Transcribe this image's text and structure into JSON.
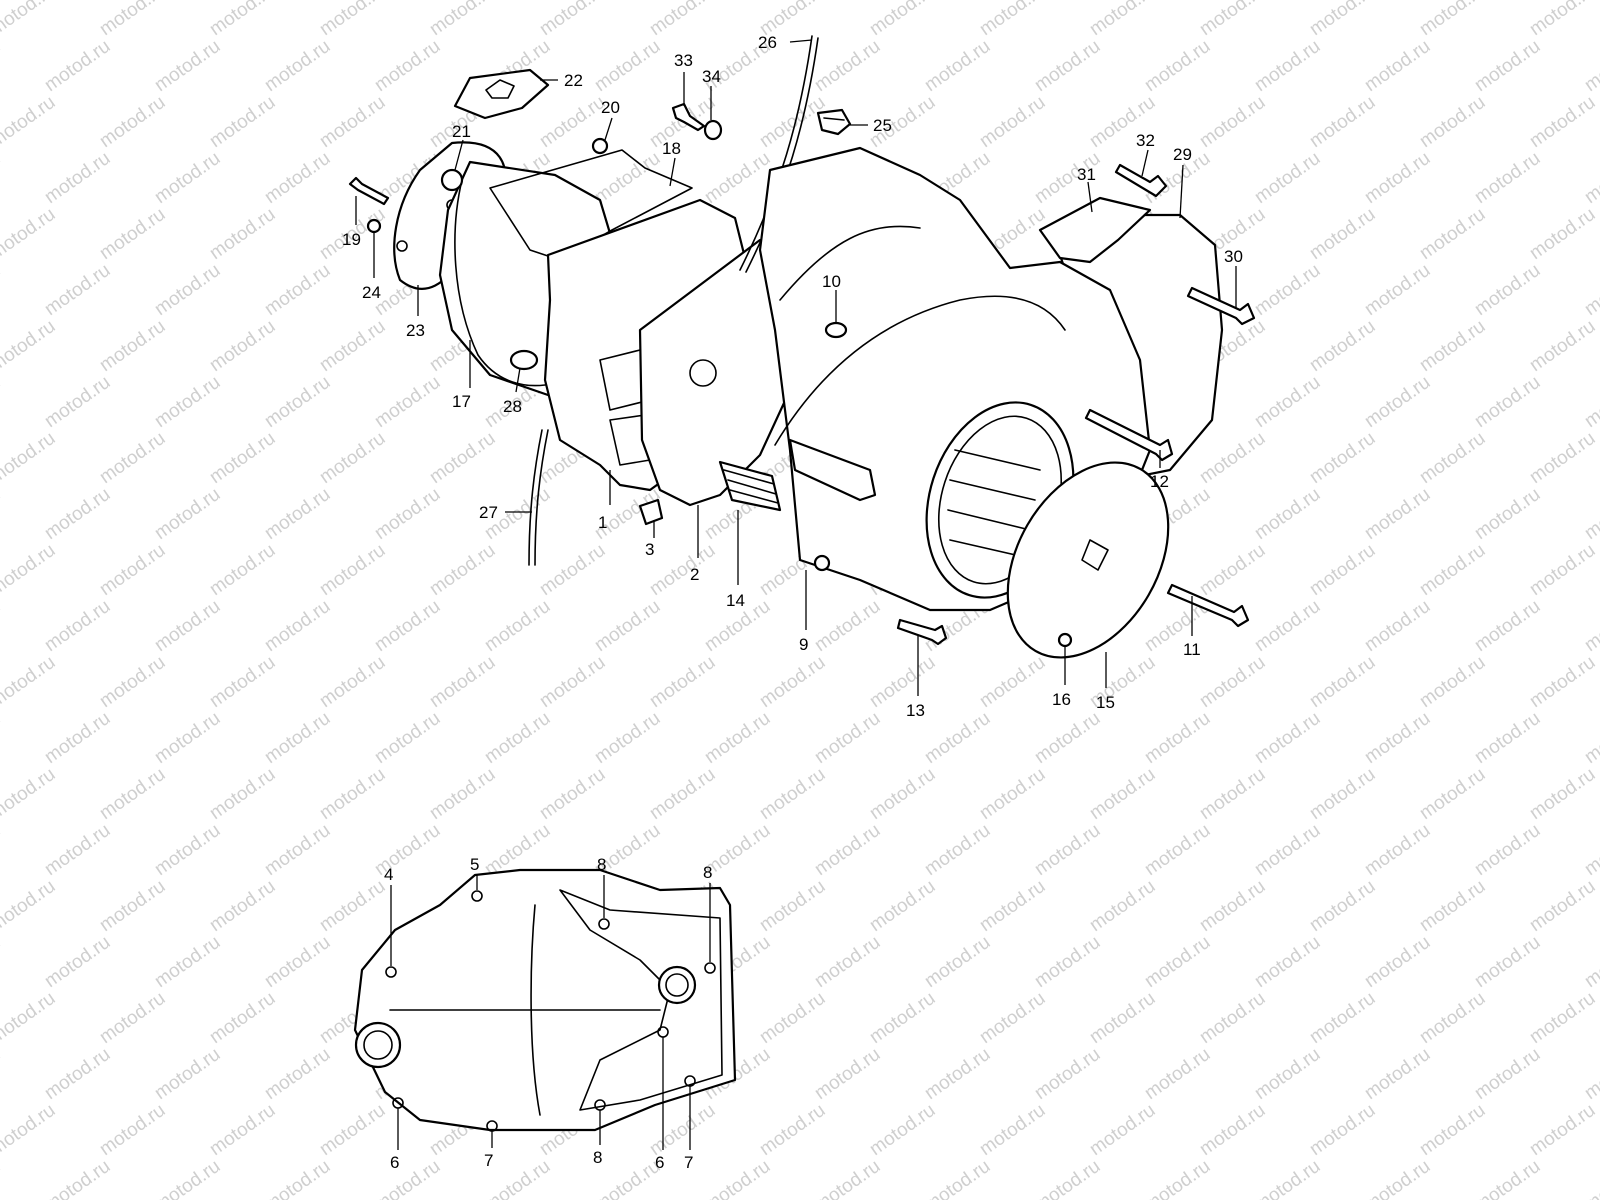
{
  "watermark": {
    "text": "motod.ru",
    "color": "#cfcfcf"
  },
  "line_color": "#000000",
  "callouts": [
    {
      "id": "c1",
      "text": "1"
    },
    {
      "id": "c2",
      "text": "2"
    },
    {
      "id": "c3",
      "text": "3"
    },
    {
      "id": "c4",
      "text": "4"
    },
    {
      "id": "c5",
      "text": "5"
    },
    {
      "id": "c6a",
      "text": "6"
    },
    {
      "id": "c6b",
      "text": "6"
    },
    {
      "id": "c7a",
      "text": "7"
    },
    {
      "id": "c7b",
      "text": "7"
    },
    {
      "id": "c8a",
      "text": "8"
    },
    {
      "id": "c8b",
      "text": "8"
    },
    {
      "id": "c8c",
      "text": "8"
    },
    {
      "id": "c9",
      "text": "9"
    },
    {
      "id": "c10",
      "text": "10"
    },
    {
      "id": "c11",
      "text": "11"
    },
    {
      "id": "c12",
      "text": "12"
    },
    {
      "id": "c13",
      "text": "13"
    },
    {
      "id": "c14",
      "text": "14"
    },
    {
      "id": "c15",
      "text": "15"
    },
    {
      "id": "c16",
      "text": "16"
    },
    {
      "id": "c17",
      "text": "17"
    },
    {
      "id": "c18",
      "text": "18"
    },
    {
      "id": "c19",
      "text": "19"
    },
    {
      "id": "c20",
      "text": "20"
    },
    {
      "id": "c21",
      "text": "21"
    },
    {
      "id": "c22",
      "text": "22"
    },
    {
      "id": "c23",
      "text": "23"
    },
    {
      "id": "c24",
      "text": "24"
    },
    {
      "id": "c25",
      "text": "25"
    },
    {
      "id": "c26",
      "text": "26"
    },
    {
      "id": "c27",
      "text": "27"
    },
    {
      "id": "c28",
      "text": "28"
    },
    {
      "id": "c29",
      "text": "29"
    },
    {
      "id": "c30",
      "text": "30"
    },
    {
      "id": "c31",
      "text": "31"
    },
    {
      "id": "c32",
      "text": "32"
    },
    {
      "id": "c33",
      "text": "33"
    },
    {
      "id": "c34",
      "text": "34"
    }
  ]
}
